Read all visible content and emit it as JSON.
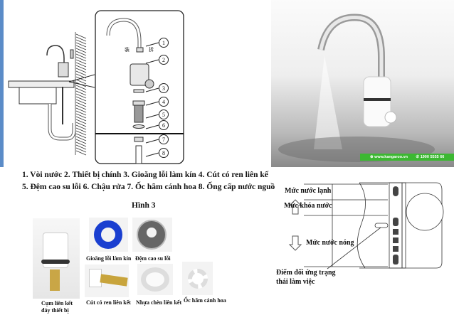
{
  "installation_diagram": {
    "part_numbers": [
      "1",
      "2",
      "3",
      "4",
      "5",
      "6",
      "7",
      "8"
    ],
    "install_glyph": "装",
    "remove_glyph": "拆"
  },
  "caption": {
    "line1": "1. Vòi nước  2. Thiết bị chính   3. Gioăng lỗi làm kín  4. Cút có ren liên kế",
    "line2": "5. Đệm cao su lỗi  6. Chậu rửa  7. Ốc hãm cánh hoa  8. Ống cấp nước nguồ",
    "figure": "Hình 3"
  },
  "parts": [
    {
      "label": "Cụm liên kết đáy thiết bị",
      "line1": "Cụm liên kết",
      "line2": "đáy thiết bị"
    },
    {
      "label": "Gioăng lỗi làm kín"
    },
    {
      "label": "Đệm cao su lỗi"
    },
    {
      "label": "Cút có ren liên kết"
    },
    {
      "label": "Nhựa chèn liên kết"
    },
    {
      "label": "Ốc hãm cánh hoa"
    }
  ],
  "product_photo": {
    "website": "www.kangaroo.vn",
    "phone": "1900 5555 66",
    "brand_color": "#3cb832"
  },
  "mode_diagram": {
    "cold": "Mức nước lạnh",
    "lock": "Mức khóa nước",
    "hot": "Mức nước nóng",
    "indicator_line1": "Điểm đối ứng trạng",
    "indicator_line2": "thái làm việc"
  }
}
